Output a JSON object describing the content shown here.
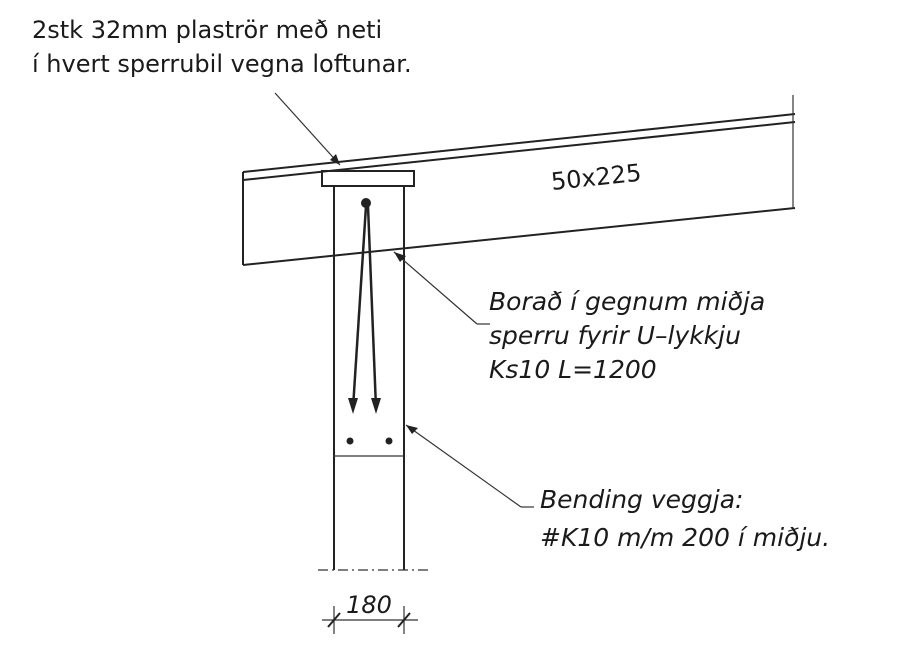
{
  "notes": {
    "pipe_note": {
      "line1": "2stk 32mm plaströr með neti",
      "line2": "í hvert sperrubil vegna loftunar."
    },
    "rafter_label": "50x225",
    "drill_note": {
      "line1": "Borað í gegnum miðja",
      "line2": "sperru fyrir U–lykkju",
      "line3": "Ks10 L=1200"
    },
    "rebar_note": {
      "line1": "Bending veggja:",
      "line2": "#K10 m/m 200 í miðju."
    },
    "dimension": "180"
  }
}
